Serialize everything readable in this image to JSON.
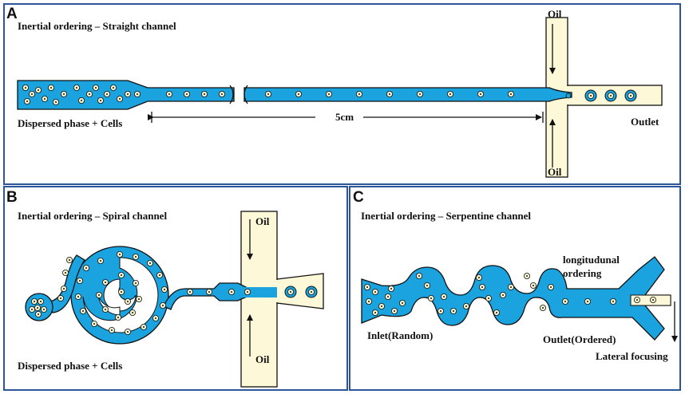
{
  "panels": {
    "a": {
      "letter": "A",
      "title": "Inertial ordering – Straight channel",
      "oil_top": "Oil",
      "oil_bottom": "Oil",
      "inlet_label": "Dispersed phase + Cells",
      "length_label": "5cm",
      "outlet_label": "Outlet"
    },
    "b": {
      "letter": "B",
      "title": "Inertial ordering – Spiral channel",
      "oil_top": "Oil",
      "oil_bottom": "Oil",
      "inlet_label": "Dispersed phase + Cells"
    },
    "c": {
      "letter": "C",
      "title": "Inertial ordering – Serpentine channel",
      "ordering_label_1": "longitudunal",
      "ordering_label_2": "ordering",
      "inlet_label": "Inlet(Random)",
      "outlet_label": "Outlet(Ordered)",
      "focus_label": "Lateral focusing"
    }
  },
  "colors": {
    "channel": "#1aa3de",
    "oil": "#fdf9d8",
    "border": "#2e5597",
    "cell": "#f6f3cf"
  }
}
